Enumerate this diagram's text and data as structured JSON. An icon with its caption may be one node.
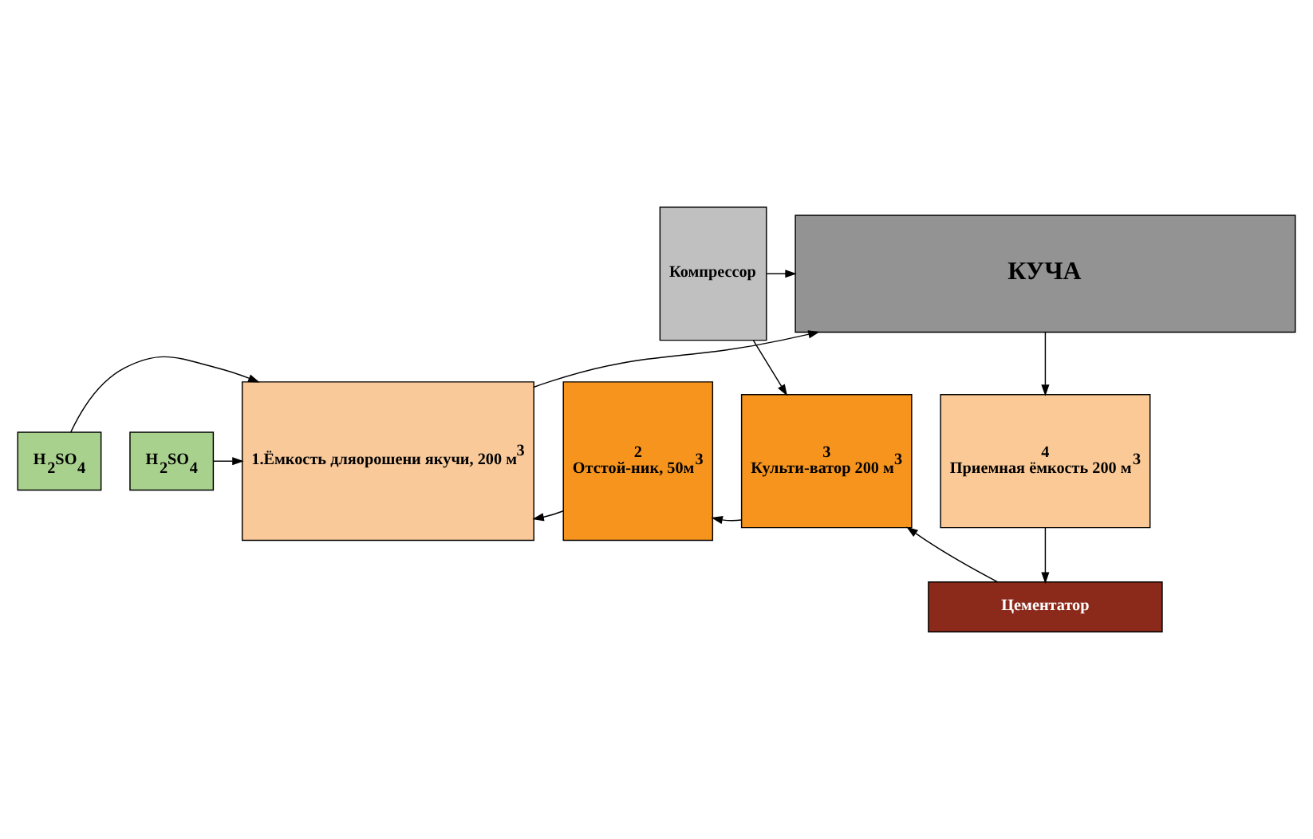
{
  "diagram": {
    "nodes": [
      {
        "text": [
          "Компрессор"
        ]
      },
      {
        "text": [
          "КУЧА"
        ]
      },
      {
        "text": [
          "H$_{2}$SO$_{4}$"
        ]
      },
      {
        "text": [
          "1.Ёмкость дляорошени якучи, 200 м$^{3}$"
        ]
      },
      {
        "text": [
          "2",
          "Отстой-ник, 50м$^{3}$"
        ]
      },
      {
        "text": [
          "3",
          "Культи-ватор 200 м$^{3}$"
        ]
      },
      {
        "text": [
          "4",
          "Приемная ёмкость 200 м$^{3}$"
        ]
      },
      {
        "text": [
          "H$_{2}$SO$_{4}$"
        ]
      },
      {
        "text": [
          "Цементатор"
        ]
      }
    ],
    "edges": [
      {
        "from": 0,
        "to": 1,
        "arrow": "to"
      },
      {
        "from": 0,
        "to": 5,
        "arrow": "to"
      },
      {
        "from": 3,
        "to": 1,
        "arrow": "to"
      },
      {
        "from": 1,
        "to": 6,
        "arrow": "to"
      },
      {
        "from": 2,
        "to": 3,
        "arrow": "to"
      },
      {
        "from": 4,
        "to": 3,
        "arrow": "to"
      },
      {
        "from": 5,
        "to": 4,
        "arrow": "to"
      },
      {
        "from": 7,
        "to": 3,
        "arrow": "to"
      },
      {
        "from": 6,
        "to": 8,
        "arrow": "to"
      },
      {
        "from": 8,
        "to": 5,
        "arrow": "to"
      }
    ]
  }
}
